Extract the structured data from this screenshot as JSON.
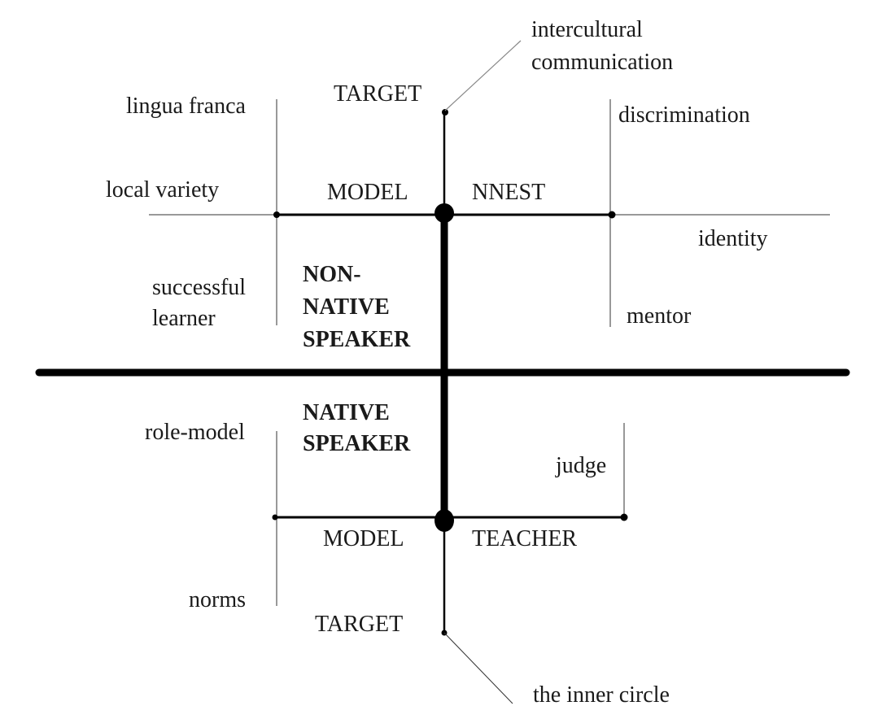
{
  "upper": {
    "target": "TARGET",
    "target_link": [
      "intercultural",
      "communication"
    ],
    "model": "MODEL",
    "model_left_labels": [
      "lingua franca",
      "local variety"
    ],
    "model_left_bottom": [
      "successful",
      "learner"
    ],
    "nnest": "NNEST",
    "nnest_right_labels": [
      "discrimination",
      "identity",
      "mentor"
    ],
    "speaker": [
      "NON-",
      "NATIVE",
      "SPEAKER"
    ]
  },
  "lower": {
    "speaker": [
      "NATIVE",
      "SPEAKER"
    ],
    "role_model": "role-model",
    "judge": "judge",
    "model": "MODEL",
    "teacher": "TEACHER",
    "norms": "norms",
    "target": "TARGET",
    "target_link": "the inner circle"
  }
}
